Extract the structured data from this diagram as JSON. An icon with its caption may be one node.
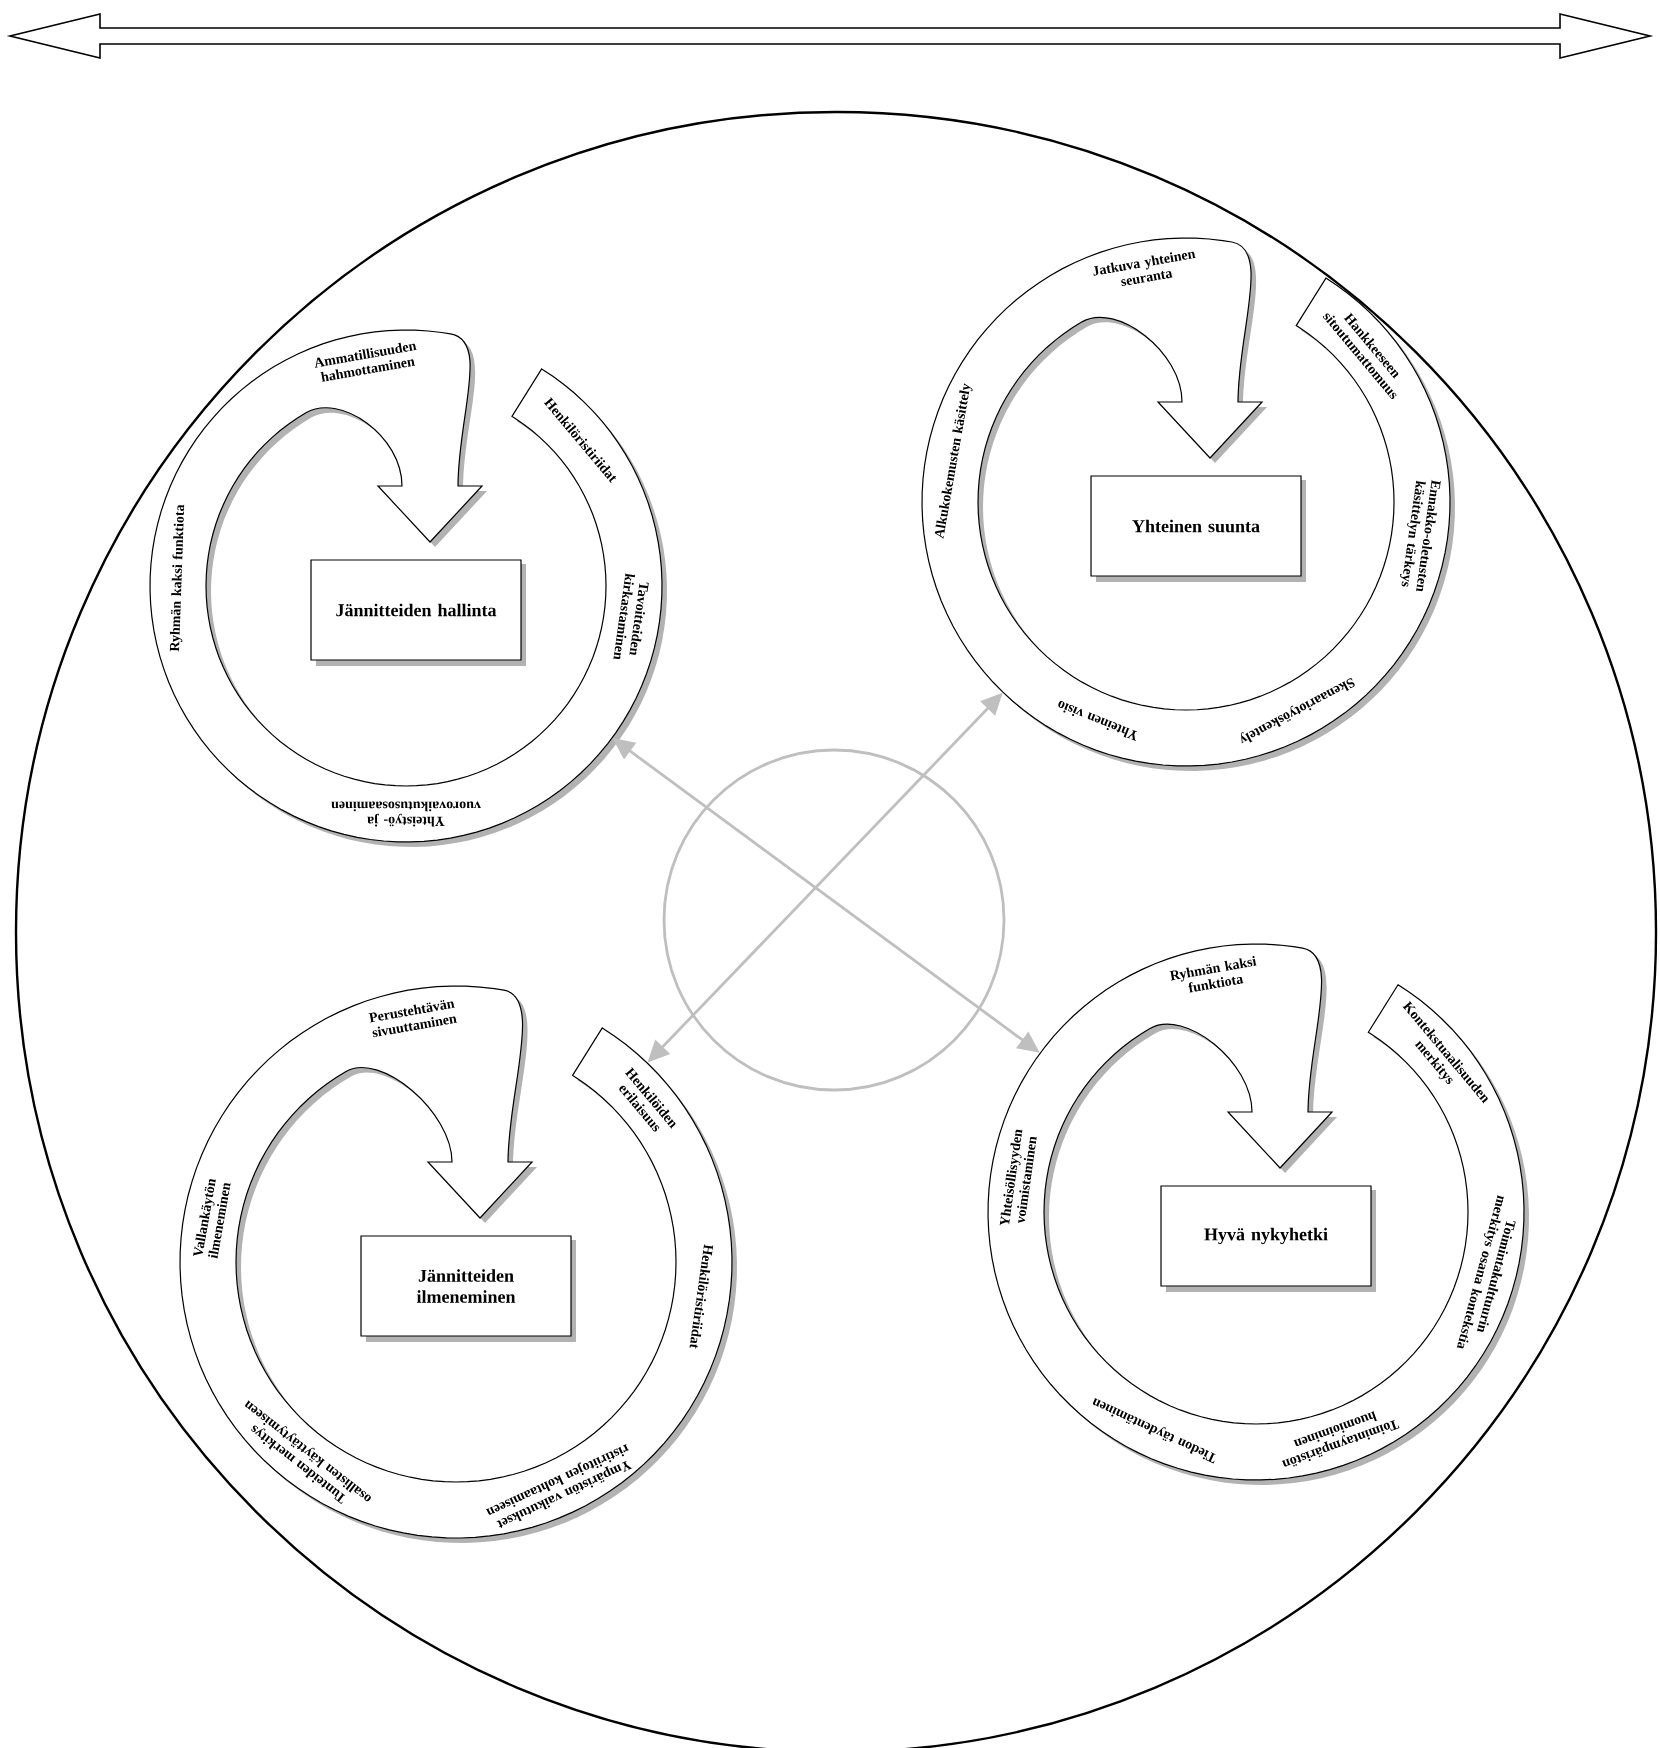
{
  "diagram": {
    "nodes": [
      {
        "text": [],
        "shape": "circle"
      },
      {
        "text": [
          "Ammatillisuuden hahmottaminen",
          "Henkilöristiriidat",
          "Tavoitteiden kirkastaminen",
          "Yhteistyö- ja vuorovaikutusosaaminen",
          "Ryhmän kaksi funktiota"
        ],
        "in": 0
      },
      {
        "text": [
          "Jännitteiden hallinta"
        ],
        "in": 1
      },
      {
        "text": [
          "Jatkuva yhteinen seuranta",
          "Hankkeeseen sitoutumattomuus",
          "Ennakko-oletusten käsittelyn tärkeys",
          "Skenaariotyöskentely",
          "Yhteinen visio",
          "Alkukokemusten käsittely"
        ],
        "in": 0
      },
      {
        "text": [
          "Yhteinen suunta"
        ],
        "in": 3
      },
      {
        "text": [
          "Perustehtävän sivuuttaminen",
          "Henkilöiden erilaisuus",
          "Henkilöristiriidat",
          "Ympäristön vaikutukset ristiriitojen kohtaamiseen",
          "Tunteiden merkitys osallisten käyttäytymiseen",
          "Vallankäytön ilmeneminen"
        ],
        "in": 0
      },
      {
        "text": [
          "Jännitteiden ilmeneminen"
        ],
        "in": 5
      },
      {
        "text": [
          "Ryhmän kaksi funktiota",
          "Kontekstuaalisuuden merkitys",
          "Toimintakulttuurin merkitys osana kontekstia",
          "Toimintaympäristön huomioiminen",
          "Tiedon täydentäminen",
          "Yhteisöllisyyden voimistaminen"
        ],
        "in": 0
      },
      {
        "text": [
          "Hyvä nykyhetki"
        ],
        "in": 7
      }
    ],
    "edges": [
      {
        "from": 1,
        "to": 7,
        "arrow": "both"
      },
      {
        "from": 3,
        "to": 5,
        "arrow": "both"
      }
    ]
  }
}
